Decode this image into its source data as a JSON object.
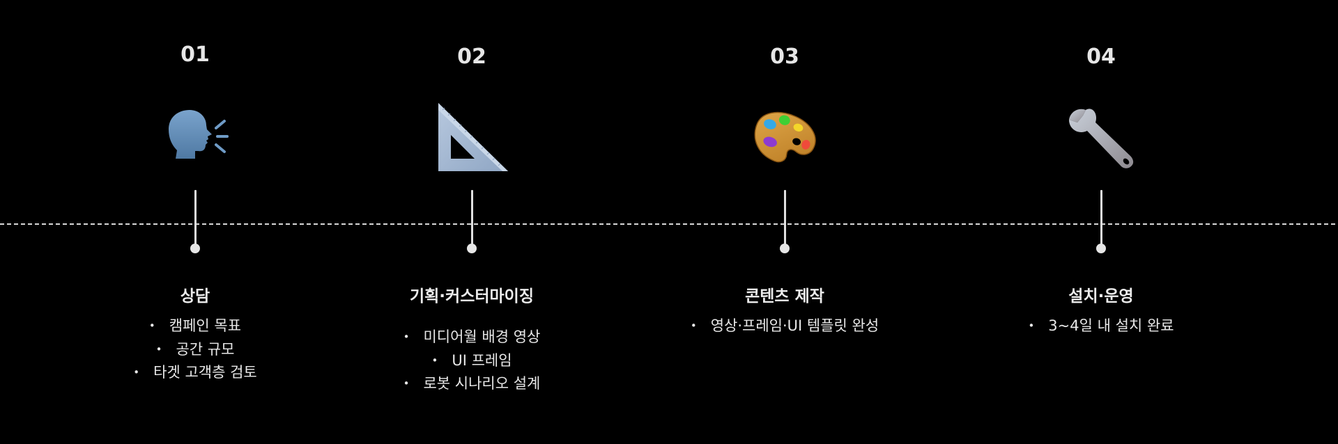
{
  "timeline": {
    "line_style": "dashed",
    "line_color": "#d8d8d8",
    "background": "#000000",
    "steps": [
      {
        "number": "01",
        "icon": "speaking-head-icon",
        "title": "상담",
        "items": [
          "캠페인 목표",
          "공간 규모",
          "타겟 고객층 검토"
        ]
      },
      {
        "number": "02",
        "icon": "triangular-ruler-icon",
        "title": "기획·커스터마이징",
        "items": [
          "미디어월 배경 영상",
          "UI 프레임",
          "로봇 시나리오 설계"
        ]
      },
      {
        "number": "03",
        "icon": "artist-palette-icon",
        "title": "콘텐츠 제작",
        "items": [
          "영상·프레임·UI 템플릿 완성"
        ]
      },
      {
        "number": "04",
        "icon": "wrench-icon",
        "title": "설치·운영",
        "items": [
          "3~4일 내 설치 완료"
        ]
      }
    ]
  }
}
